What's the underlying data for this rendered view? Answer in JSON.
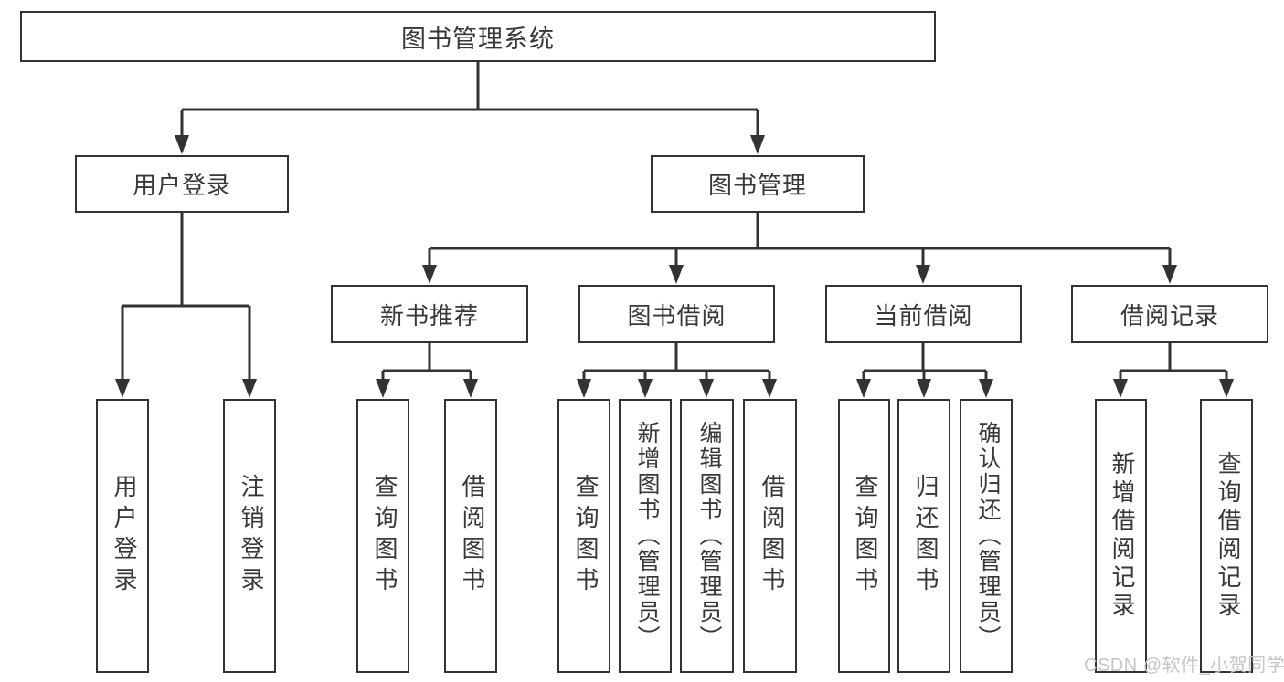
{
  "diagram_title": "图书管理系统",
  "nodes": {
    "root": "图书管理系统",
    "user_login": "用户登录",
    "book_mgmt": "图书管理",
    "new_book_rec": "新书推荐",
    "book_borrow": "图书借阅",
    "current_borrow": "当前借阅",
    "borrow_record": "借阅记录"
  },
  "leaves": {
    "user_login": "用户登录",
    "logout": "注销登录",
    "query_book_nb": "查询图书",
    "borrow_book_nb": "借阅图书",
    "query_book_bb": "查询图书",
    "add_book_admin": "新增图书（管理员）",
    "edit_book_admin": "编辑图书（管理员）",
    "borrow_book_bb": "借阅图书",
    "query_book_cb": "查询图书",
    "return_book": "归还图书",
    "confirm_return_admin": "确认归还（管理员）",
    "add_borrow_record": "新增借阅记录",
    "query_borrow_record": "查询借阅记录"
  },
  "watermark": "CSDN @软件_小贺同学",
  "colors": {
    "line": "#333333",
    "text": "#383838",
    "box_background": "#ffffff",
    "watermark": "#c6c6c6"
  },
  "hierarchy": {
    "图书管理系统": {
      "用户登录": [
        "用户登录",
        "注销登录"
      ],
      "图书管理": {
        "新书推荐": [
          "查询图书",
          "借阅图书"
        ],
        "图书借阅": [
          "查询图书",
          "新增图书（管理员）",
          "编辑图书（管理员）",
          "借阅图书"
        ],
        "当前借阅": [
          "查询图书",
          "归还图书",
          "确认归还（管理员）"
        ],
        "借阅记录": [
          "新增借阅记录",
          "查询借阅记录"
        ]
      }
    }
  }
}
